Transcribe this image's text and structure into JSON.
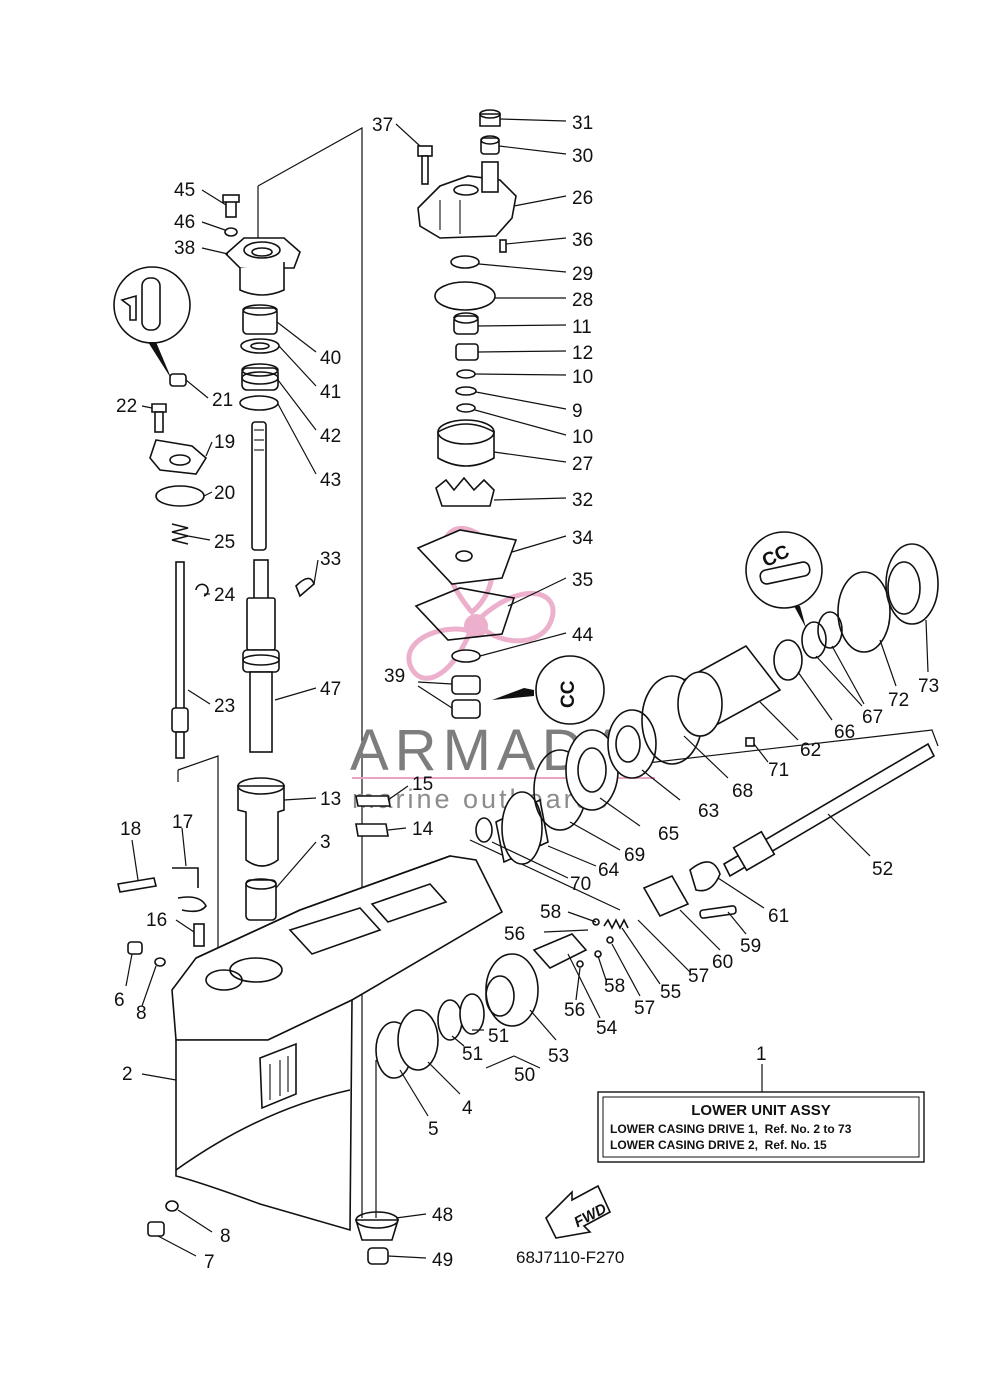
{
  "diagram": {
    "code": "68J7110-F270",
    "fwd_label": "FWD",
    "watermark": {
      "brand": "ARMADA",
      "tagline": "marine outboards",
      "accent_color": "#e9a3c4"
    },
    "info_box": {
      "ref": "1",
      "title": "LOWER UNIT ASSY",
      "lines": [
        "LOWER CASING DRIVE 1,  Ref. No. 2 to 73",
        "LOWER CASING DRIVE 2,  Ref. No. 15"
      ]
    },
    "callouts": [
      "37",
      "31",
      "30",
      "26",
      "36",
      "29",
      "28",
      "11",
      "12",
      "10",
      "9",
      "10",
      "27",
      "32",
      "34",
      "35",
      "44",
      "45",
      "46",
      "38",
      "40",
      "41",
      "42",
      "43",
      "21",
      "22",
      "19",
      "20",
      "25",
      "24",
      "23",
      "33",
      "47",
      "39",
      "13",
      "15",
      "14",
      "3",
      "18",
      "17",
      "16",
      "6",
      "8",
      "2",
      "8",
      "7",
      "48",
      "49",
      "5",
      "4",
      "51",
      "51",
      "50",
      "53",
      "54",
      "56",
      "56",
      "58",
      "58",
      "57",
      "57",
      "55",
      "60",
      "59",
      "61",
      "52",
      "62",
      "63",
      "64",
      "65",
      "66",
      "67",
      "68",
      "69",
      "70",
      "71",
      "72",
      "73"
    ]
  }
}
